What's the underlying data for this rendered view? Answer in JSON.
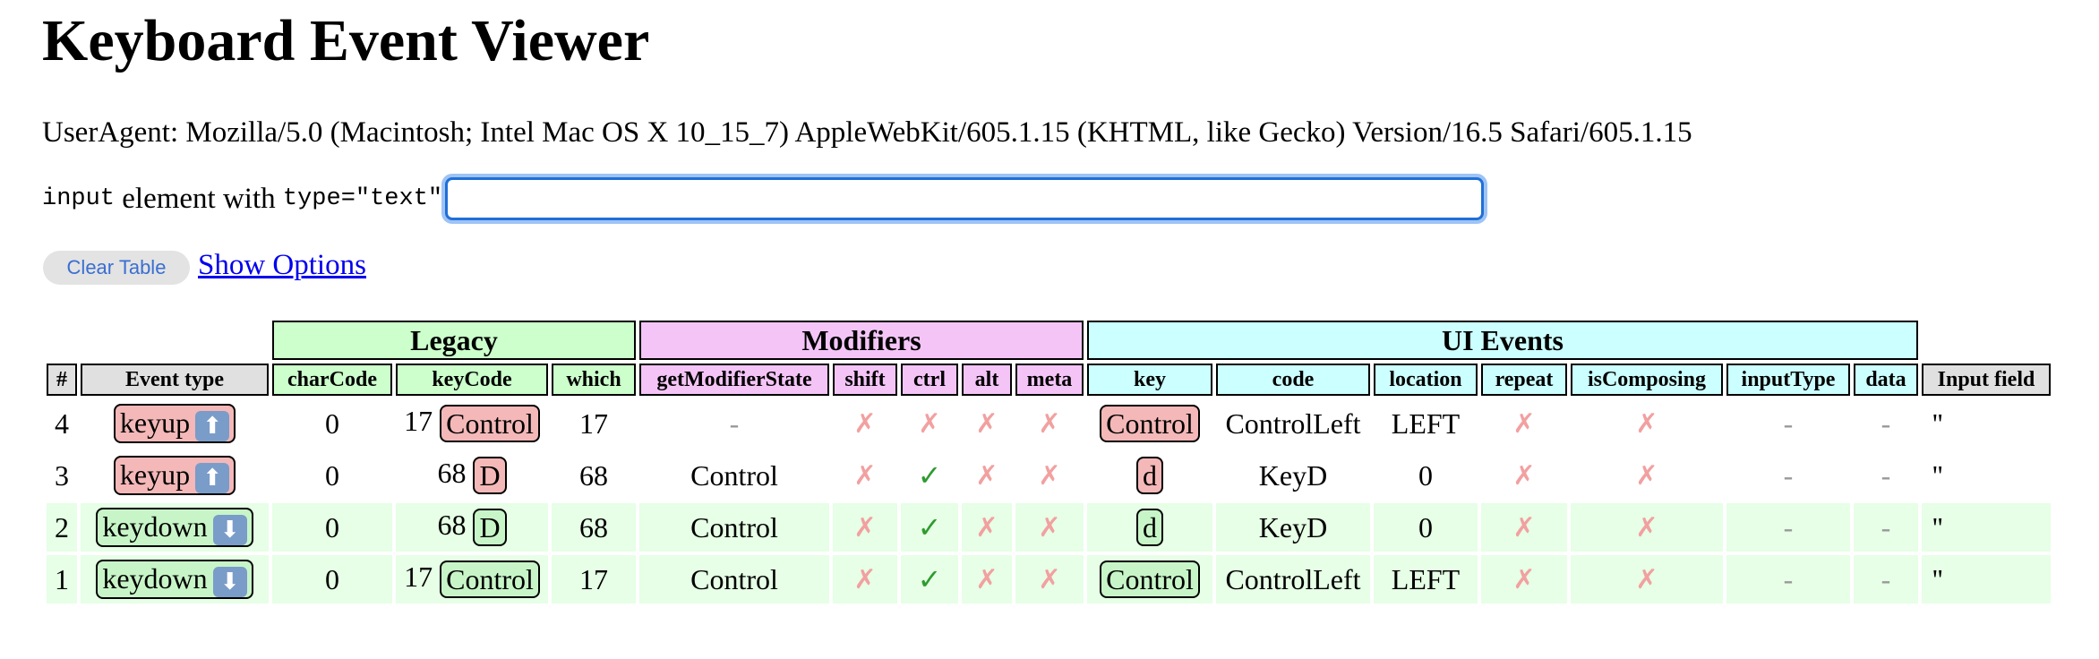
{
  "title": "Keyboard Event Viewer",
  "user_agent": "UserAgent: Mozilla/5.0 (Macintosh; Intel Mac OS X 10_15_7) AppleWebKit/605.1.15 (KHTML, like Gecko) Version/16.5 Safari/605.1.15",
  "input_label": {
    "code1": "input",
    "middle": " element with ",
    "code2": "type=\"text\"",
    "colon": ":"
  },
  "input_value": "",
  "clear_button": "Clear Table",
  "show_options": "Show Options",
  "group_headers": {
    "legacy": "Legacy",
    "modifiers": "Modifiers",
    "ui_events": "UI Events"
  },
  "columns": [
    "#",
    "Event type",
    "charCode",
    "keyCode",
    "which",
    "getModifierState",
    "shift",
    "ctrl",
    "alt",
    "meta",
    "key",
    "code",
    "location",
    "repeat",
    "isComposing",
    "inputType",
    "data",
    "Input field"
  ],
  "symbols": {
    "check": "✓",
    "cross": "✗",
    "dash": "-",
    "arrow_up": "⬆",
    "arrow_down": "⬇"
  },
  "colors": {
    "keyup_badge": "#f4b8b8",
    "keydown_badge": "#c8f5c8",
    "keydown_row": "#e6ffe6",
    "legacy": "#ccffcc",
    "modifiers": "#f4c4f7",
    "ui_events": "#ccffff"
  },
  "rows": [
    {
      "num": "4",
      "event_type": "keyup",
      "char_code": "0",
      "key_code": "17",
      "key_code_label": "Control",
      "which": "17",
      "modifier_state": "-",
      "shift": "✗",
      "ctrl": "✗",
      "alt": "✗",
      "meta": "✗",
      "key": "Control",
      "code": "ControlLeft",
      "location": "LEFT",
      "repeat": "✗",
      "is_composing": "✗",
      "input_type": "-",
      "data": "-",
      "input_field": "''"
    },
    {
      "num": "3",
      "event_type": "keyup",
      "char_code": "0",
      "key_code": "68",
      "key_code_label": "D",
      "which": "68",
      "modifier_state": "Control",
      "shift": "✗",
      "ctrl": "✓",
      "alt": "✗",
      "meta": "✗",
      "key": "d",
      "code": "KeyD",
      "location": "0",
      "repeat": "✗",
      "is_composing": "✗",
      "input_type": "-",
      "data": "-",
      "input_field": "''"
    },
    {
      "num": "2",
      "event_type": "keydown",
      "char_code": "0",
      "key_code": "68",
      "key_code_label": "D",
      "which": "68",
      "modifier_state": "Control",
      "shift": "✗",
      "ctrl": "✓",
      "alt": "✗",
      "meta": "✗",
      "key": "d",
      "code": "KeyD",
      "location": "0",
      "repeat": "✗",
      "is_composing": "✗",
      "input_type": "-",
      "data": "-",
      "input_field": "''"
    },
    {
      "num": "1",
      "event_type": "keydown",
      "char_code": "0",
      "key_code": "17",
      "key_code_label": "Control",
      "which": "17",
      "modifier_state": "Control",
      "shift": "✗",
      "ctrl": "✓",
      "alt": "✗",
      "meta": "✗",
      "key": "Control",
      "code": "ControlLeft",
      "location": "LEFT",
      "repeat": "✗",
      "is_composing": "✗",
      "input_type": "-",
      "data": "-",
      "input_field": "''"
    }
  ]
}
